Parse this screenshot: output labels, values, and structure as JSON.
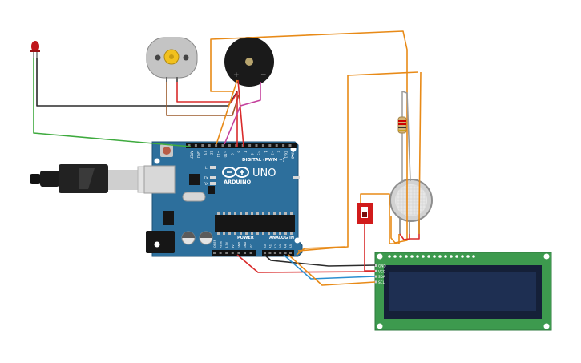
{
  "arduino": {
    "brand": "ARDUINO",
    "model": "UNO",
    "digital_header": "DIGITAL (PWM ~)",
    "power_header": "POWER",
    "analog_header": "ANALOG IN",
    "digital_pins": [
      "AREF",
      "GND",
      "13",
      "12",
      "~11",
      "~10",
      "~9",
      "8",
      "7",
      "~6",
      "~5",
      "4",
      "~3",
      "2",
      "TX▸1",
      "RX◂0"
    ],
    "power_pins": [
      "IOREF",
      "RESET",
      "3.3V",
      "5V",
      "GND",
      "GND",
      "Vin"
    ],
    "analog_pins": [
      "A0",
      "A1",
      "A2",
      "A3",
      "A4",
      "A5"
    ],
    "side_labels": [
      "L",
      "TX",
      "RX"
    ],
    "on_label": "ON"
  },
  "lcd": {
    "pins": [
      "GND",
      "VCC",
      "SDA",
      "SCL"
    ]
  },
  "buzzer": {
    "plus": "+",
    "minus": "−"
  },
  "colors": {
    "board": "#2d6f9c",
    "lcd_pcb": "#3d9a4e",
    "lcd_screen": "#1e2f52",
    "wire_orange": "#e88a17",
    "wire_red": "#d92b2b",
    "wire_black": "#2b2b2b",
    "wire_green": "#3eaa3e",
    "wire_brown": "#9b5a2a",
    "wire_blue": "#2b8fd0",
    "wire_pink": "#c4409c",
    "led": "#c0161b"
  },
  "components": [
    "red-led",
    "dc-motor",
    "piezo-buzzer",
    "resistor",
    "gas-sensor",
    "slide-switch",
    "usb-cable",
    "arduino-uno",
    "lcd-16x2-i2c"
  ]
}
